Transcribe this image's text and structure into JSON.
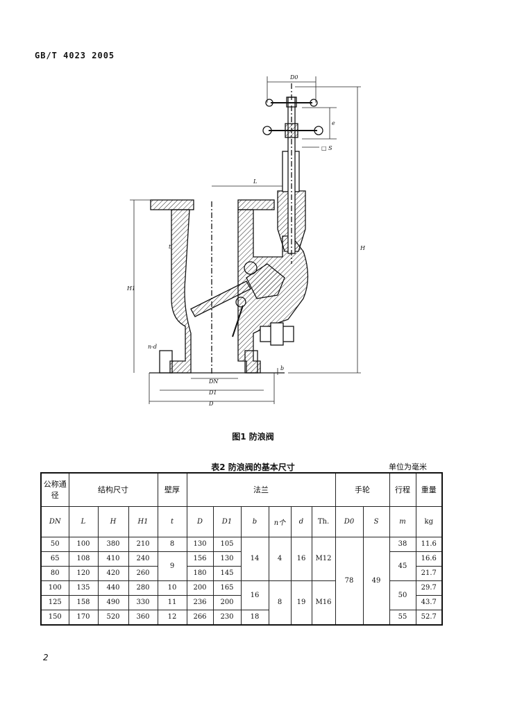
{
  "header": {
    "std_code": "GB/T 4023  2005"
  },
  "figure": {
    "caption": "图1  防浪阀",
    "labels": {
      "D0_top": "D0",
      "e": "e",
      "s": "□ S",
      "L": "L",
      "t": "t",
      "H": "H",
      "H1": "H1",
      "nd": "n-d",
      "b": "b",
      "DN": "DN",
      "D1": "D1",
      "D": "D"
    }
  },
  "table": {
    "title": "表2  防浪阀的基本尺寸",
    "unit": "单位为毫米",
    "group_headers": {
      "nominal": "公称通径",
      "structure": "结构尺寸",
      "wall": "壁厚",
      "flange": "法兰",
      "handwheel": "手轮",
      "stroke": "行程",
      "weight": "重量"
    },
    "sub_headers": {
      "DN": "DN",
      "L": "L",
      "H": "H",
      "H1": "H1",
      "t": "t",
      "D": "D",
      "D1": "D1",
      "b": "b",
      "n": "n个",
      "d": "d",
      "Th": "Th.",
      "D0": "D0",
      "S": "S",
      "m": "m",
      "kg": "kg"
    },
    "rows": [
      {
        "DN": "50",
        "L": "100",
        "H": "380",
        "H1": "210",
        "D": "130",
        "D1": "105",
        "wt": "11.6"
      },
      {
        "DN": "65",
        "L": "108",
        "H": "410",
        "H1": "240",
        "D": "156",
        "D1": "130",
        "wt": "16.6"
      },
      {
        "DN": "80",
        "L": "120",
        "H": "420",
        "H1": "260",
        "D": "180",
        "D1": "145",
        "wt": "21.7"
      },
      {
        "DN": "100",
        "L": "135",
        "H": "440",
        "H1": "280",
        "D": "200",
        "D1": "165",
        "wt": "29.7"
      },
      {
        "DN": "125",
        "L": "158",
        "H": "490",
        "H1": "330",
        "D": "236",
        "D1": "200",
        "wt": "43.7"
      },
      {
        "DN": "150",
        "L": "170",
        "H": "520",
        "H1": "360",
        "D": "266",
        "D1": "230",
        "wt": "52.7"
      }
    ],
    "merged": {
      "t_8": "8",
      "t_9": "9",
      "t_10": "10",
      "t_11": "11",
      "t_12": "12",
      "b_14": "14",
      "b_16": "16",
      "b_18": "18",
      "n_4": "4",
      "n_8": "8",
      "d_16": "16",
      "d_19": "19",
      "th_m12": "M12",
      "th_m16": "M16",
      "d0_78": "78",
      "s_49": "49",
      "m_38": "38",
      "m_45": "45",
      "m_50": "50",
      "m_55": "55"
    }
  },
  "footer": {
    "page": "2"
  }
}
